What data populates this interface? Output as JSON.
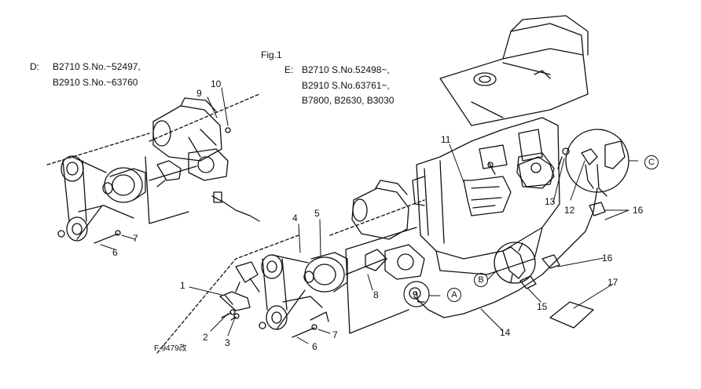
{
  "figure": {
    "title": "Fig.1",
    "code": "F-9479改"
  },
  "variant_d": {
    "letter": "D:",
    "line1": "B2710 S.No.~52497,",
    "line2": "B2910 S.No.~63760"
  },
  "variant_e": {
    "letter": "E:",
    "line1": "B2710 S.No.52498~,",
    "line2": "B2910 S.No.63761~,",
    "line3": "B7800, B2630, B3030"
  },
  "callouts": {
    "c1": "1",
    "c2": "2",
    "c3": "3",
    "c4": "4",
    "c5": "5",
    "c6a": "6",
    "c6b": "6",
    "c7a": "7",
    "c7b": "7",
    "c8": "8",
    "c9": "9",
    "c10": "10",
    "c11": "11",
    "c12": "12",
    "c13": "13",
    "c14": "14",
    "c15": "15",
    "c16a": "16",
    "c16b": "16",
    "c17": "17"
  },
  "detail_marks": {
    "a": "A",
    "b": "B",
    "c": "C"
  }
}
